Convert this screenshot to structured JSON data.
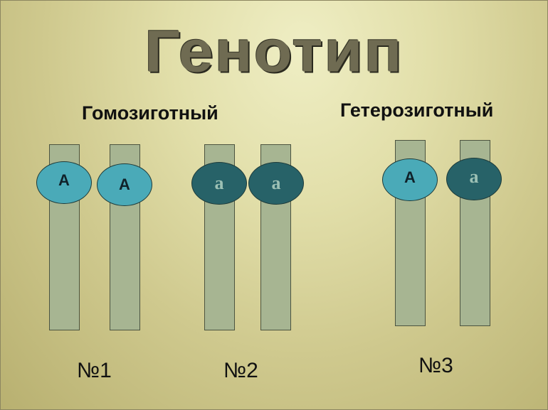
{
  "title": "Генотип",
  "groups": [
    {
      "heading": "Гомозиготный"
    },
    {
      "heading": "Гетерозиготный"
    }
  ],
  "pairs": [
    {
      "label": "№1",
      "alleles": [
        "A",
        "A"
      ],
      "type": "homozygous dominant"
    },
    {
      "label": "№2",
      "alleles": [
        "a",
        "a"
      ],
      "type": "homozygous recessive"
    },
    {
      "label": "№3",
      "alleles": [
        "A",
        "a"
      ],
      "type": "heterozygous"
    }
  ],
  "colors": {
    "background": "#e2dfaa",
    "chromosome": "#a7b592",
    "dominant_allele": "#4aaab8",
    "recessive_allele": "#276268",
    "title": "#6f6b52"
  }
}
